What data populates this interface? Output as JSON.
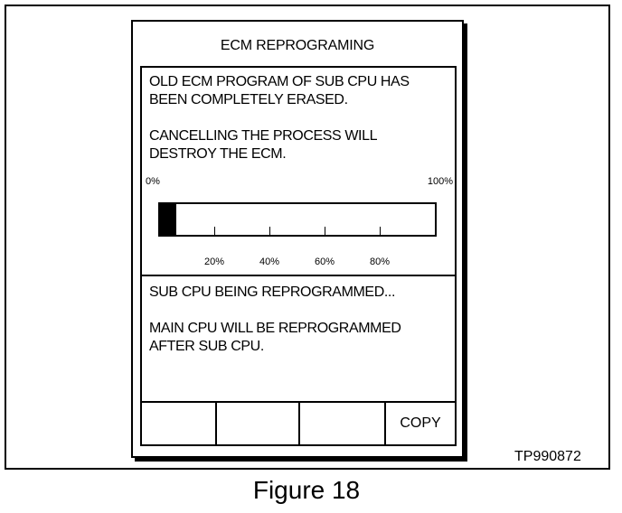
{
  "screen": {
    "title": "ECM REPROGRAMING",
    "message": "OLD ECM PROGRAM OF SUB CPU HAS\nBEEN COMPLETELY ERASED.\n\nCANCELLING THE PROCESS WILL\nDESTROY THE ECM.",
    "progress": {
      "start_label": "0%",
      "end_label": "100%",
      "value_fraction": 0.06,
      "ticks": [
        "20%",
        "40%",
        "60%",
        "80%"
      ]
    },
    "status": {
      "line1": "SUB CPU BEING REPROGRAMMED...",
      "line2": "MAIN CPU WILL BE REPROGRAMMED",
      "line3": "AFTER SUB CPU."
    },
    "buttons": [
      "",
      "",
      "",
      "COPY"
    ]
  },
  "figure": {
    "code": "TP990872",
    "caption": "Figure 18"
  }
}
